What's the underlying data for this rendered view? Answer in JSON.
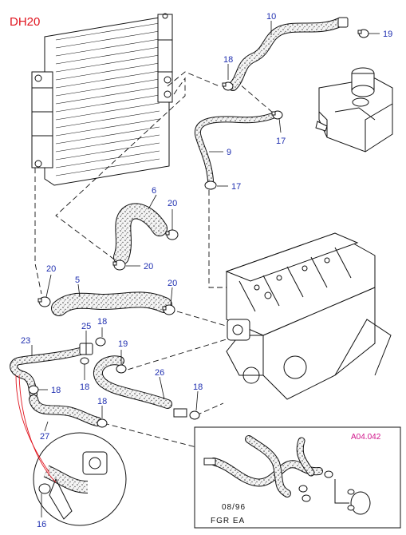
{
  "diagram_code": "DH20",
  "inset_ref": "A04.042",
  "footer": {
    "date": "08/96",
    "series": "FGR  EA"
  },
  "callouts": {
    "c5": "5",
    "c6": "6",
    "c9": "9",
    "c10": "10",
    "c16": "16",
    "c17a": "17",
    "c17b": "17",
    "c18a": "18",
    "c18b": "18",
    "c18c": "18",
    "c18d": "18",
    "c18e": "18",
    "c18f": "18",
    "c19a": "19",
    "c19b": "19",
    "c20a": "20",
    "c20b": "20",
    "c20c": "20",
    "c20d": "20",
    "c23": "23",
    "c25": "25",
    "c26": "26",
    "c27": "27"
  },
  "colors": {
    "title": "#e0141e",
    "callout": "#1f2fb0",
    "inset_ref": "#d0138a",
    "line": "#111111",
    "red_lead": "#e0141e",
    "hose_fill": "#dcdcdc"
  }
}
